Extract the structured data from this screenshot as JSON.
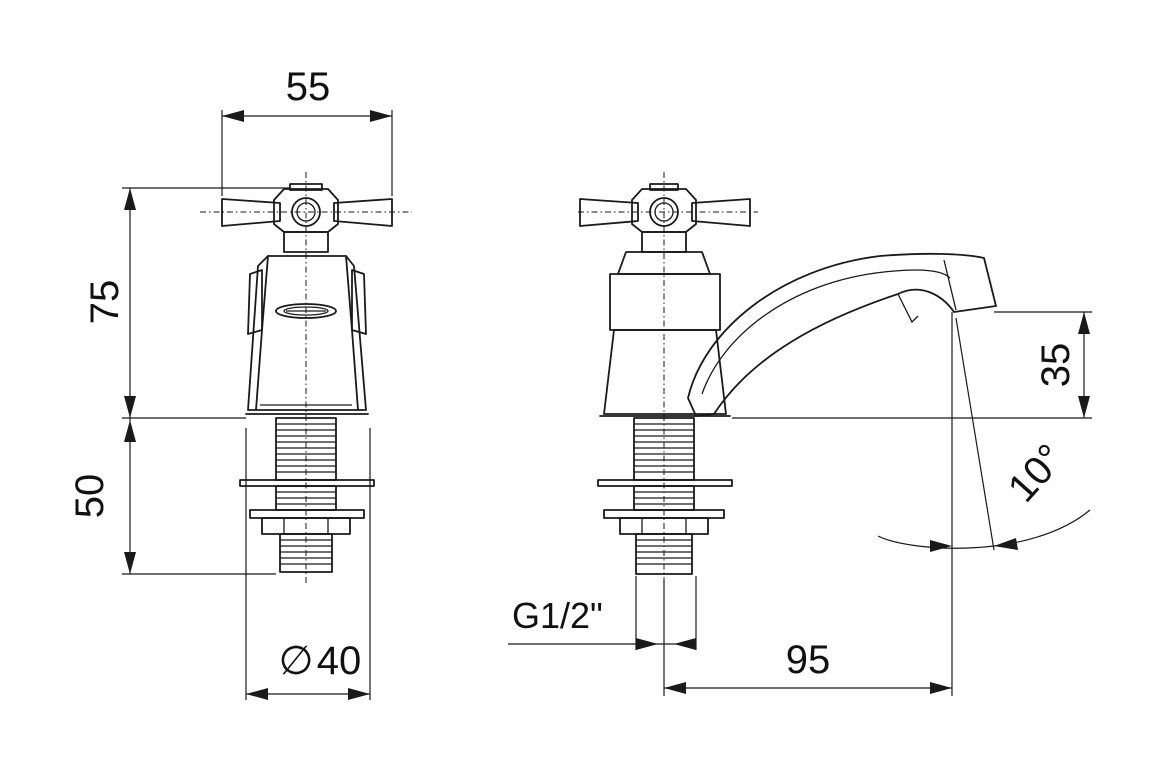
{
  "dimensions": {
    "handle_width": "55",
    "upper_height": "75",
    "lower_height": "50",
    "base_diameter": "40",
    "diameter_symbol": "∅",
    "spout_height": "35",
    "spout_reach": "95",
    "thread_size": "G1/2\"",
    "spout_angle": "10°"
  },
  "colors": {
    "line": "#1a1a1a",
    "background": "#ffffff"
  }
}
